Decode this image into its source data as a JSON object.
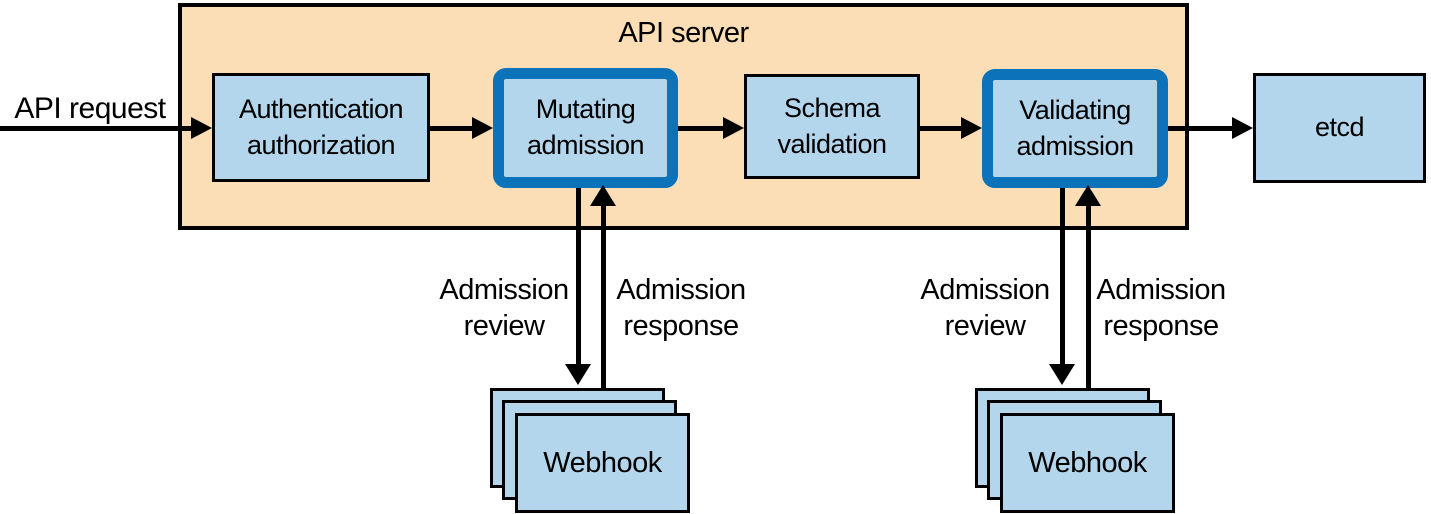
{
  "colors": {
    "server_bg": "#fbddb6",
    "node_bg": "#b3d6ec",
    "accent_border": "#0c73ba",
    "outline": "#000000"
  },
  "labels": {
    "api_request": "API request",
    "api_server_title": "API server",
    "auth": "Authentication\nauthorization",
    "mutating": "Mutating\nadmission",
    "schema": "Schema\nvalidation",
    "validating": "Validating\nadmission",
    "etcd": "etcd",
    "webhook_left": "Webhook",
    "webhook_right": "Webhook",
    "admission_review_left": "Admission\nreview",
    "admission_response_left": "Admission\nresponse",
    "admission_review_right": "Admission\nreview",
    "admission_response_right": "Admission\nresponse"
  }
}
